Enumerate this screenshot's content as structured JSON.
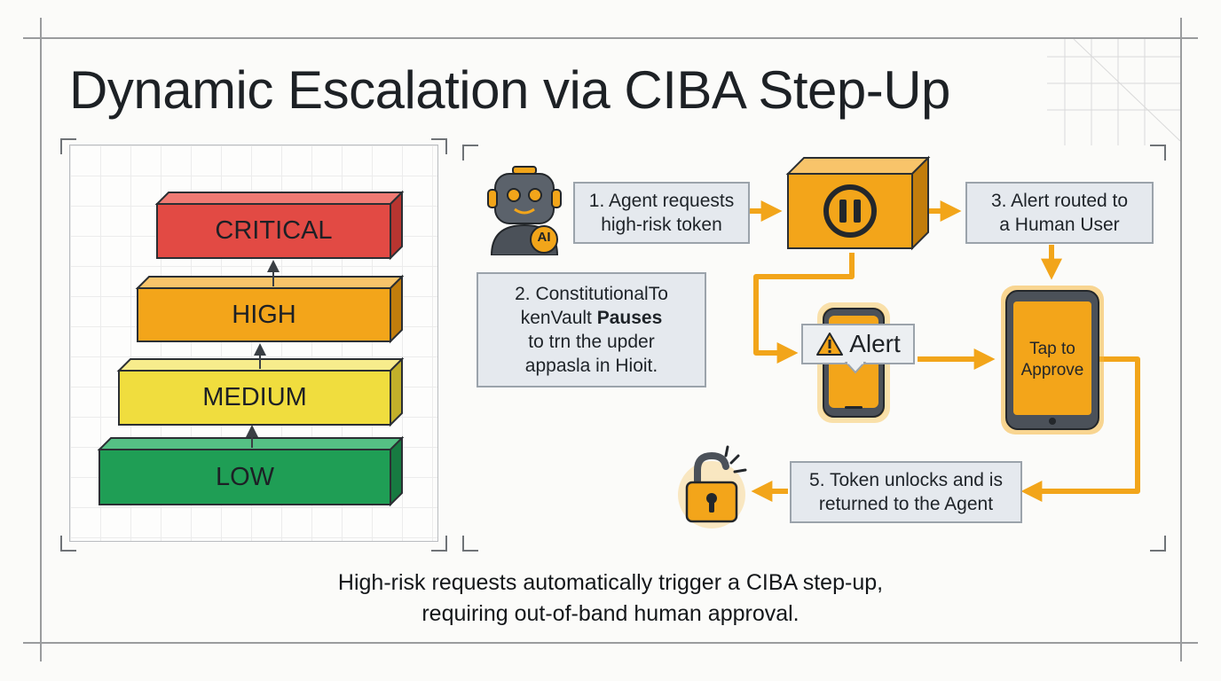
{
  "title": "Dynamic Escalation via CIBA Step-Up",
  "tiers": [
    {
      "label": "CRITICAL",
      "color": "#e24a44"
    },
    {
      "label": "HIGH",
      "color": "#f3a51a"
    },
    {
      "label": "MEDIUM",
      "color": "#f0dd3e"
    },
    {
      "label": "LOW",
      "color": "#1f9e55"
    }
  ],
  "flow": {
    "agent_badge": "AI",
    "step1": [
      "1. Agent requests",
      "high-risk token"
    ],
    "step2": [
      "2. ConstitutionalTo",
      "kenVault",
      "Pauses",
      "to trn the upder",
      "appasla in Hioit."
    ],
    "step3": [
      "3. Alert routed to",
      "a Human User"
    ],
    "alert_label": "Alert",
    "tablet_text": [
      "Tap to",
      "Approve"
    ],
    "step5": [
      "5. Token unlocks and is",
      "returned to the Agent"
    ]
  },
  "caption": [
    "High-risk requests automatically trigger a CIBA step-up,",
    "requiring out-of-band human approval."
  ],
  "colors": {
    "accent": "#f3a51a",
    "box_fill": "#e5e9ee",
    "box_border": "#9ba3ab"
  }
}
